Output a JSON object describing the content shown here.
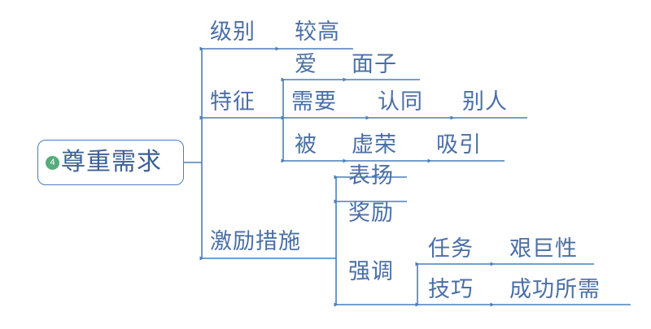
{
  "diagram": {
    "type": "mind-map",
    "title": "尊重需求",
    "line_color": "#4a7ebb",
    "text_color": "#4a6fa5",
    "badge_color": "#57ab7c",
    "background_color": "#ffffff"
  },
  "root": {
    "badge": "4",
    "label": "尊重需求"
  },
  "branches": [
    {
      "label": "级别",
      "items": [
        {
          "label": "较高"
        }
      ]
    },
    {
      "label": "特征",
      "rows": [
        {
          "words": [
            "爱",
            "面子"
          ]
        },
        {
          "words": [
            "需要",
            "认同",
            "别人"
          ]
        },
        {
          "words": [
            "被",
            "虚荣",
            "吸引"
          ]
        }
      ]
    },
    {
      "label": "激励措施",
      "children": [
        {
          "label": "表扬"
        },
        {
          "label": "奖励"
        },
        {
          "label": "强调",
          "rows": [
            {
              "words": [
                "任务",
                "艰巨性"
              ]
            },
            {
              "words": [
                "技巧",
                "成功所需"
              ]
            }
          ]
        }
      ]
    }
  ],
  "labels": {
    "jibie": "级别",
    "jiaogao": "较高",
    "tezheng": "特征",
    "ai": "爱",
    "mianzi": "面子",
    "xuyao": "需要",
    "rentong": "认同",
    "bieren": "别人",
    "bei": "被",
    "xurong": "虚荣",
    "xiyin": "吸引",
    "jilicuoshi": "激励措施",
    "biaoyang": "表扬",
    "jiangli": "奖励",
    "qiangdiao": "强调",
    "renwu": "任务",
    "jianjuxing": "艰巨性",
    "jiqiao": "技巧",
    "chenggongsuoxu": "成功所需"
  }
}
